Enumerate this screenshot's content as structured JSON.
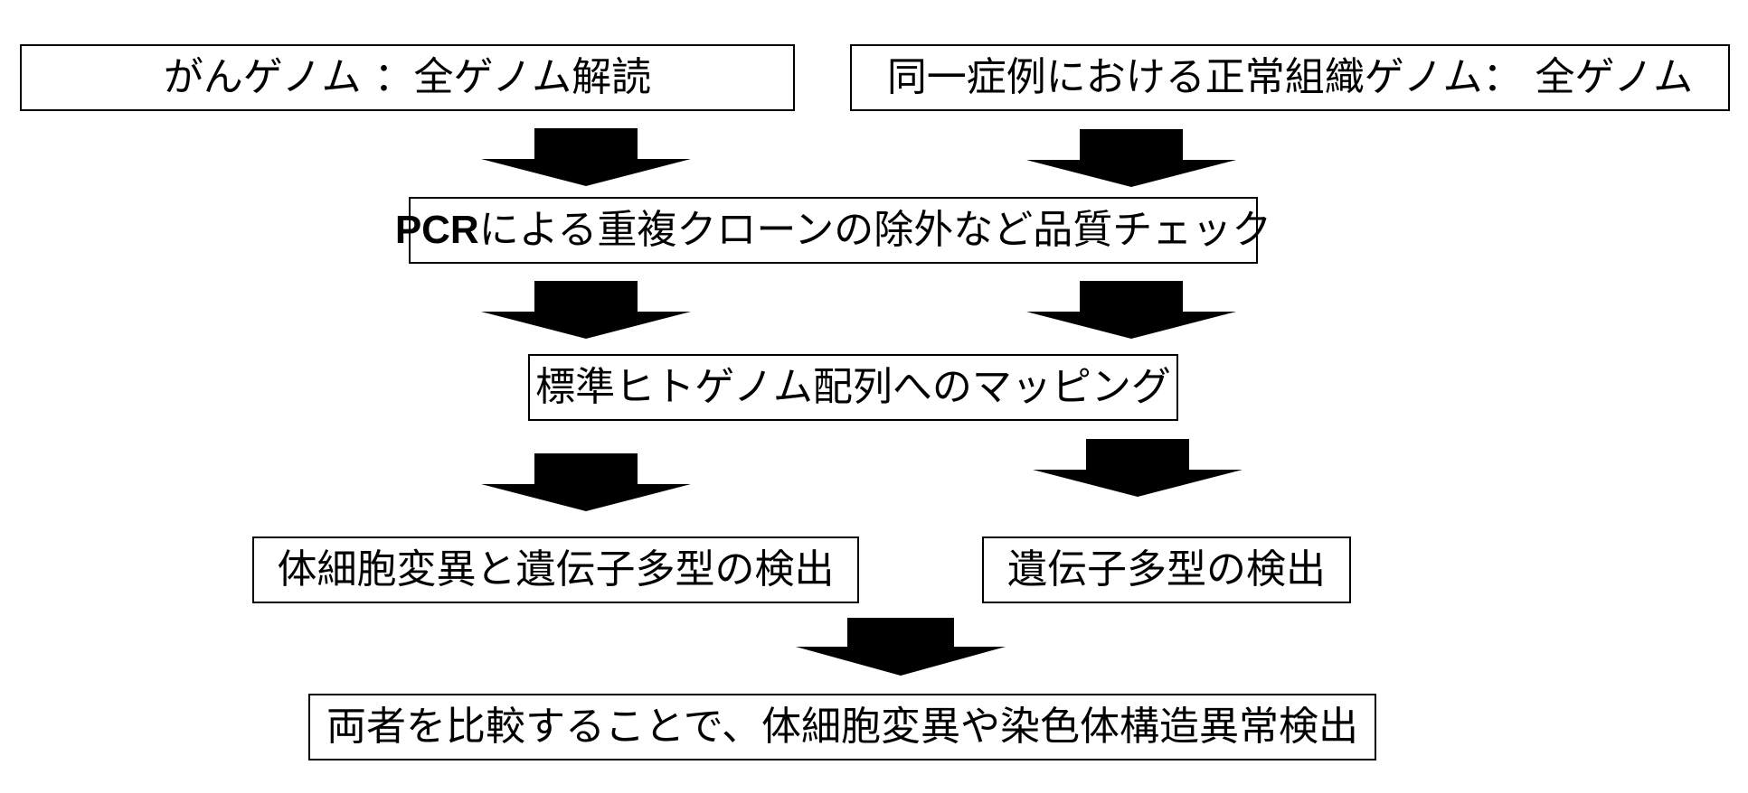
{
  "colors": {
    "stroke": "#000000",
    "fill": "#000000",
    "background": "#ffffff"
  },
  "boxes": {
    "cancer_genome": "がんゲノム ：全ゲノム解読",
    "normal_genome": "同一症例における正常組織ゲノム： 全ゲノム",
    "quality_check_prefix": "PCR",
    "quality_check_rest": "による重複クローンの除外など品質チェック",
    "mapping": "標準ヒトゲノム配列へのマッピング",
    "somatic_and_polymorphism": "体細胞変異と遺伝子多型の検出",
    "polymorphism_only": "遺伝子多型の検出",
    "comparison": "両者を比較することで、体細胞変異や染色体構造異常検出"
  }
}
